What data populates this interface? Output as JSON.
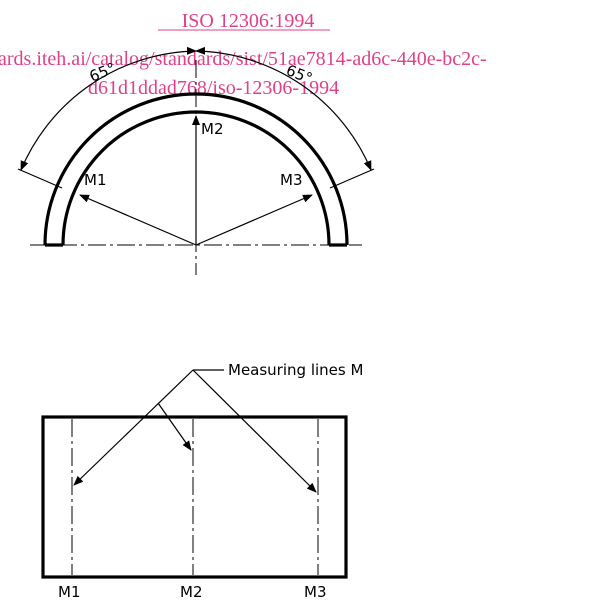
{
  "watermark": {
    "link_text": "ISO 12306:1994",
    "url_line1": "ards.iteh.ai/catalog/standards/sist/51ae7814-ad6c-440e-bc2c-",
    "url_line2": "d61d1ddad768/iso-12306-1994",
    "color": "#e0408a"
  },
  "top_view": {
    "angle_left": "65°",
    "angle_right": "65°",
    "label_m1": "M1",
    "label_m2": "M2",
    "label_m3": "M3"
  },
  "bottom_view": {
    "callout": "Measuring lines M",
    "label_m1": "M1",
    "label_m2": "M2",
    "label_m3": "M3"
  }
}
